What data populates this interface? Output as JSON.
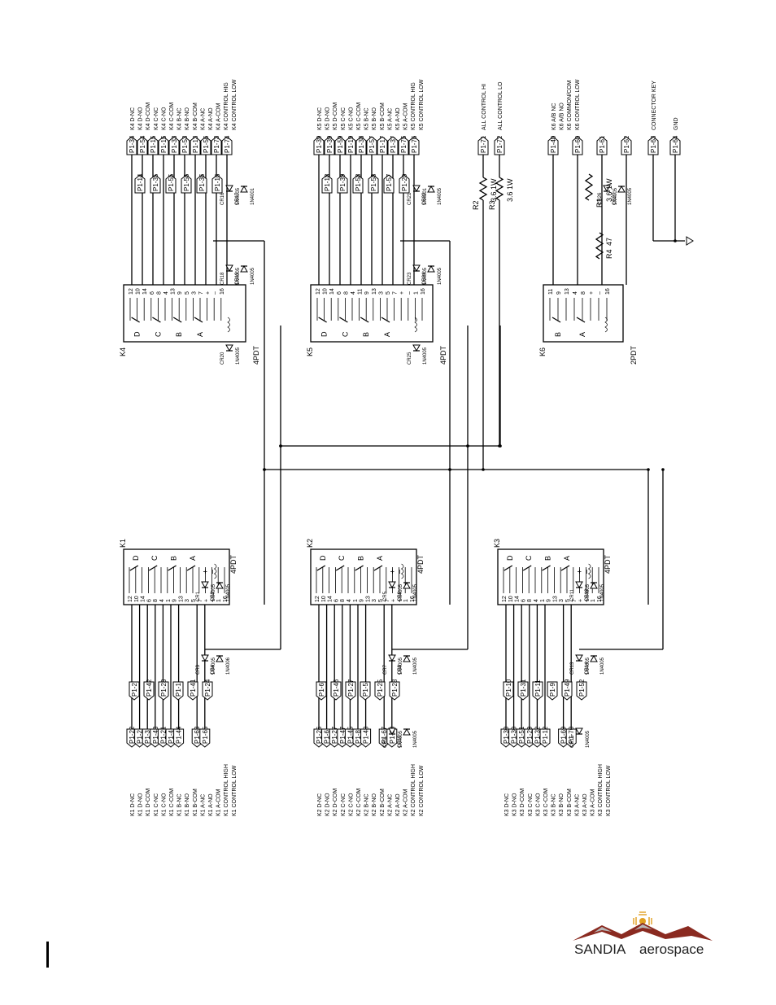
{
  "relays": [
    {
      "id": "K1",
      "designator": "K1",
      "type": "4PDT",
      "contacts": [
        "D",
        "C",
        "B",
        "A"
      ],
      "pins": [
        "12",
        "10",
        "14",
        "6",
        "8",
        "4",
        "1",
        "9",
        "13",
        "3",
        "5",
        "7",
        "+",
        "–",
        "1",
        "16"
      ],
      "functions": [
        "K1 D-NC",
        "K1 D-NO",
        "K1 D-COM",
        "K1 C-NC",
        "K1 C-NO",
        "K1 C-COM",
        "K1 B-NC",
        "K1 B-NO",
        "K1 B-COM",
        "K1 A-NC",
        "K1 A-NO",
        "K1 A-COM",
        "K1 CONTROL HIGH",
        "K1 CONTROL LOW"
      ],
      "connector_pins_outer": [
        "P1-22",
        "P1-2",
        "P1-3",
        "P1-43",
        "P1-21",
        "P1-4",
        "P1-44",
        "P1-63",
        "P1-65"
      ],
      "connector_pins_inner": [
        "P1-2",
        "P1-42",
        "P1-23",
        "P1-1",
        "P1-41",
        "P1-24"
      ],
      "diodes": [
        {
          "ref": "CR1",
          "part": "1N4005"
        },
        {
          "ref": "CR2",
          "part": "1N4005"
        },
        {
          "ref": "CR3",
          "part": "1N4005"
        },
        {
          "ref": "CR4",
          "part": "1N4006"
        }
      ]
    },
    {
      "id": "K2",
      "designator": "K2",
      "type": "4PDT",
      "contacts": [
        "D",
        "C",
        "B",
        "A"
      ],
      "pins": [
        "12",
        "10",
        "14",
        "6",
        "8",
        "4",
        "1",
        "9",
        "13",
        "3",
        "5",
        "7",
        "+",
        "–",
        "1",
        "16"
      ],
      "functions": [
        "K2 D-NC",
        "K2 D-NO",
        "K2 D-COM",
        "K2 C-NC",
        "K2 C-NO",
        "K2 C-COM",
        "K2 B-NC",
        "K2 B-NO",
        "K2 B-COM",
        "K2 A-NC",
        "K2 A-NO",
        "K2 A-COM",
        "K2 CONTROL HIGH",
        "K2 CONTROL LOW"
      ],
      "connector_pins_outer": [
        "P1-26",
        "P1-6",
        "P1-27",
        "P1-47",
        "P1-45",
        "P1-8",
        "P1-48",
        "P1-67",
        "P1-68"
      ],
      "connector_pins_inner": [
        "P1-6",
        "P1-46",
        "P1-27",
        "P1-5",
        "P1-25",
        "P1-28"
      ],
      "diodes": [
        {
          "ref": "CR5",
          "part": "1N4005"
        },
        {
          "ref": "CR6",
          "part": "1N4005"
        },
        {
          "ref": "CR7",
          "part": "1N4005"
        },
        {
          "ref": "CR8",
          "part": "1N4005"
        },
        {
          "ref": "CR9",
          "part": "1N4005"
        },
        {
          "ref": "CR10",
          "part": "1N4005"
        }
      ]
    },
    {
      "id": "K3",
      "designator": "K3",
      "type": "4PDT",
      "contacts": [
        "D",
        "C",
        "B",
        "A"
      ],
      "pins": [
        "12",
        "10",
        "14",
        "6",
        "8",
        "4",
        "1",
        "9",
        "13",
        "3",
        "5",
        "7",
        "+",
        "–",
        "1",
        "16"
      ],
      "functions": [
        "K3 D-NC",
        "K3 D-NO",
        "K3 D-COM",
        "K3 C-NC",
        "K3 C-NO",
        "K3 C-COM",
        "K3 B-NC",
        "K3 B-NO",
        "K3 B-COM",
        "K3 A-NC",
        "K3 A-NO",
        "K3 A-COM",
        "K3 CONTROL HIGH",
        "K3 CONTROL LOW"
      ],
      "connector_pins_outer": [
        "P1-30",
        "P1-30",
        "P1-51",
        "P1-29",
        "P1-32",
        "P1-12",
        "P1-69",
        "P1-70"
      ],
      "connector_pins_inner": [
        "P1-10",
        "P1-31",
        "P1-11",
        "P1-9",
        "P1-49",
        "P1-52"
      ],
      "diodes": [
        {
          "ref": "CR11",
          "part": "1N4005"
        },
        {
          "ref": "CR12",
          "part": "1N4005"
        },
        {
          "ref": "CR13",
          "part": "1N4005"
        },
        {
          "ref": "CR14",
          "part": "1N4005"
        },
        {
          "ref": "CR15",
          "part": "1N4005"
        }
      ]
    },
    {
      "id": "K4",
      "designator": "K4",
      "type": "4PDT",
      "contacts": [
        "D",
        "C",
        "B",
        "A"
      ],
      "pins": [
        "12",
        "10",
        "14",
        "6",
        "8",
        "4",
        "13",
        "9",
        "5",
        "3",
        "7",
        "+",
        "–",
        "16"
      ],
      "functions": [
        "K4 D-NC",
        "K4 D-NO",
        "K4 D-COM",
        "K4 C-NC",
        "K4 C-NO",
        "K4 C-COM",
        "K4 B-NC",
        "K4 B-NO",
        "K4 B-COM",
        "K4 A-NC",
        "K4 A-NO",
        "K4 A-COM",
        "K4 CONTROL HIG",
        "K4 CONTROL LOW"
      ],
      "connector_pins_outer": [
        "P1-34",
        "P1-54",
        "P1-15",
        "P1-15",
        "P1-33",
        "P1-53",
        "P1-13",
        "P1-56",
        "P1-73",
        "P1-74"
      ],
      "connector_pins_inner": [
        "P1-14",
        "P1-35",
        "P1-55",
        "P1-56",
        "P1-36",
        "P1-16"
      ],
      "diodes": [
        {
          "ref": "CR16",
          "part": "1N4005"
        },
        {
          "ref": "CR17",
          "part": "1N4001"
        },
        {
          "ref": "CR18",
          "part": "1N4005"
        },
        {
          "ref": "CR19",
          "part": "1N4005"
        },
        {
          "ref": "CR20",
          "part": "1N4005"
        }
      ]
    },
    {
      "id": "K5",
      "designator": "K5",
      "type": "4PDT",
      "contacts": [
        "D",
        "C",
        "B",
        "A"
      ],
      "pins": [
        "12",
        "10",
        "14",
        "6",
        "8",
        "4",
        "11",
        "9",
        "13",
        "3",
        "5",
        "7",
        "+",
        "–",
        "1",
        "16"
      ],
      "functions": [
        "K5 D-NC",
        "K5 D-NO",
        "K5 D-COM",
        "K5 C-NC",
        "K5 C-NO",
        "K5 C-COM",
        "K5 B-NC",
        "K5 B-NO",
        "K5 B-COM",
        "K5 A-NC",
        "K5 A-NO",
        "K5 A-COM",
        "K5 CONTROL HIG",
        "K5 CONTROL LOW"
      ],
      "connector_pins_outer": [
        "P1-39",
        "P1-39",
        "P1-59",
        "P1-19",
        "P1-38",
        "P1-57",
        "P1-17",
        "P1-37",
        "P1-75",
        "P1-76"
      ],
      "connector_pins_inner": [
        "P1-18",
        "P1-39",
        "P1-58",
        "P1-58",
        "P1-57",
        "P1-20"
      ],
      "diodes": [
        {
          "ref": "CR21",
          "part": "1N4001"
        },
        {
          "ref": "CR22",
          "part": "1N4005"
        },
        {
          "ref": "CR23",
          "part": "1N4005"
        },
        {
          "ref": "CR24",
          "part": "1N4005"
        },
        {
          "ref": "CR25",
          "part": "1N4005"
        }
      ]
    },
    {
      "id": "K6",
      "designator": "K6",
      "type": "2PDT",
      "contacts": [
        "B",
        "A"
      ],
      "pins": [
        "11",
        "9",
        "13",
        "4",
        "8",
        "+",
        "–",
        "16"
      ],
      "functions": [
        "K6 A/B NC",
        "K6 A/B NO",
        "K6 COMMON/COM",
        "K6 CONTROL LOW"
      ],
      "connector_pins_outer": [
        "P1-40",
        "P1-60",
        "P1-61",
        "P1-62"
      ],
      "diodes": [
        {
          "ref": "CR26",
          "part": "1N4005"
        },
        {
          "ref": "CR27",
          "part": "1N4005"
        }
      ]
    }
  ],
  "k5_extra": {
    "functions": [
      "ALL CONTROL HI",
      "ALL CONTROL LO"
    ],
    "pins": [
      "P1-71",
      "P1-72"
    ],
    "resistors": [
      {
        "ref": "R2",
        "value": "3.6 1W"
      },
      {
        "ref": "R3",
        "value": "3.6 1W"
      }
    ]
  },
  "k6_extra": {
    "resistors": [
      {
        "ref": "R1",
        "value": "3.6 1W"
      },
      {
        "ref": "R4",
        "value": "47"
      }
    ],
    "functions": [
      "CONNECTOR KEY",
      "GND"
    ],
    "pins": [
      "P1-63",
      "P1-64"
    ]
  },
  "logo": {
    "brand": "SANDIA",
    "word": "aerospace"
  }
}
